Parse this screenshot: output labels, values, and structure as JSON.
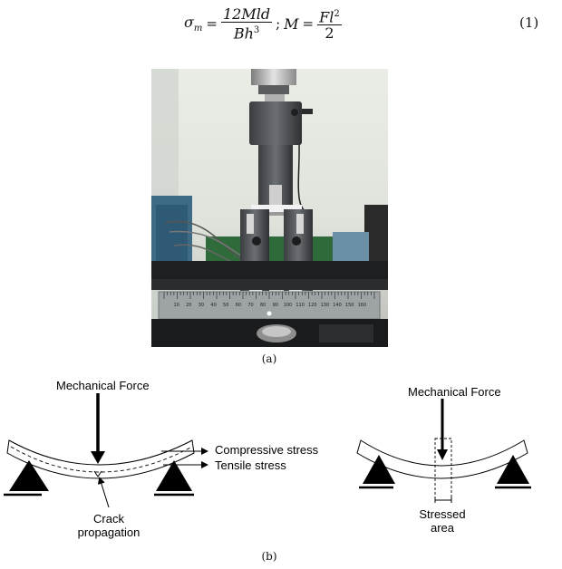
{
  "equation": {
    "sigma": "σ",
    "sigma_sub": "m",
    "equals": "=",
    "frac1_num": "12Mld",
    "frac1_den_base": "Bh",
    "frac1_den_exp": "3",
    "separator": ";",
    "M": "M",
    "frac2_num_base": "Fl",
    "frac2_num_exp": "2",
    "frac2_den": "2",
    "number": "(1)"
  },
  "figure_a": {
    "caption": "(a)",
    "ruler_numbers": [
      "10",
      "20",
      "30",
      "40",
      "50",
      "60",
      "70",
      "80",
      "90",
      "100",
      "110",
      "120",
      "130",
      "140",
      "150",
      "160"
    ]
  },
  "figure_b": {
    "caption": "(b)",
    "left": {
      "force_label": "Mechanical Force",
      "compressive_label": "Compressive stress",
      "tensile_label": "Tensile stress",
      "crack_label_line1": "Crack",
      "crack_label_line2": "propagation"
    },
    "right": {
      "force_label": "Mechanical Force",
      "stressed_line1": "Stressed",
      "stressed_line2": "area"
    }
  }
}
